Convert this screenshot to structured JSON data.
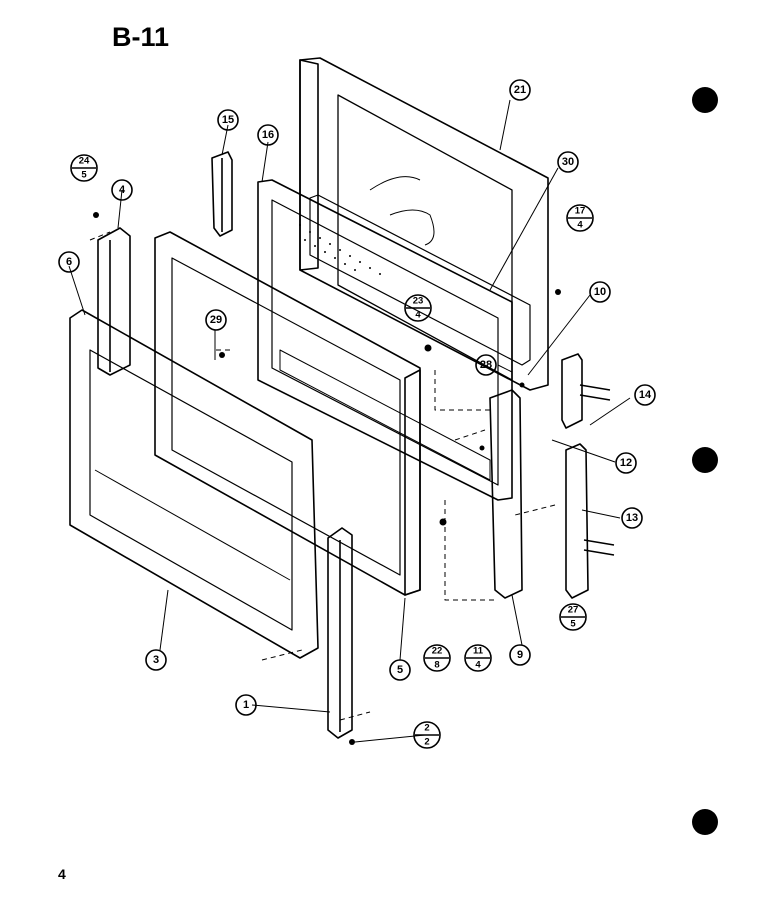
{
  "diagram": {
    "title": "B-11",
    "page_number": "4",
    "part_labels": [
      {
        "id": "p21",
        "num": "21"
      },
      {
        "id": "p15",
        "num": "15"
      },
      {
        "id": "p16",
        "num": "16"
      },
      {
        "id": "p30",
        "num": "30"
      },
      {
        "id": "p4",
        "num": "4"
      },
      {
        "id": "p6",
        "num": "6"
      },
      {
        "id": "p10",
        "num": "10"
      },
      {
        "id": "p29",
        "num": "29"
      },
      {
        "id": "p28",
        "num": "28"
      },
      {
        "id": "p14",
        "num": "14"
      },
      {
        "id": "p12",
        "num": "12"
      },
      {
        "id": "p13",
        "num": "13"
      },
      {
        "id": "p3",
        "num": "3"
      },
      {
        "id": "p5",
        "num": "5"
      },
      {
        "id": "p9",
        "num": "9"
      },
      {
        "id": "p1",
        "num": "1"
      }
    ],
    "fraction_labels": [
      {
        "id": "f24",
        "num": "24",
        "den": "5"
      },
      {
        "id": "f17",
        "num": "17",
        "den": "4"
      },
      {
        "id": "f23",
        "num": "23",
        "den": "4"
      },
      {
        "id": "f27",
        "num": "27",
        "den": "5"
      },
      {
        "id": "f22",
        "num": "22",
        "den": "8"
      },
      {
        "id": "f11",
        "num": "11",
        "den": "4"
      },
      {
        "id": "f2",
        "num": "2",
        "den": "2"
      }
    ]
  }
}
